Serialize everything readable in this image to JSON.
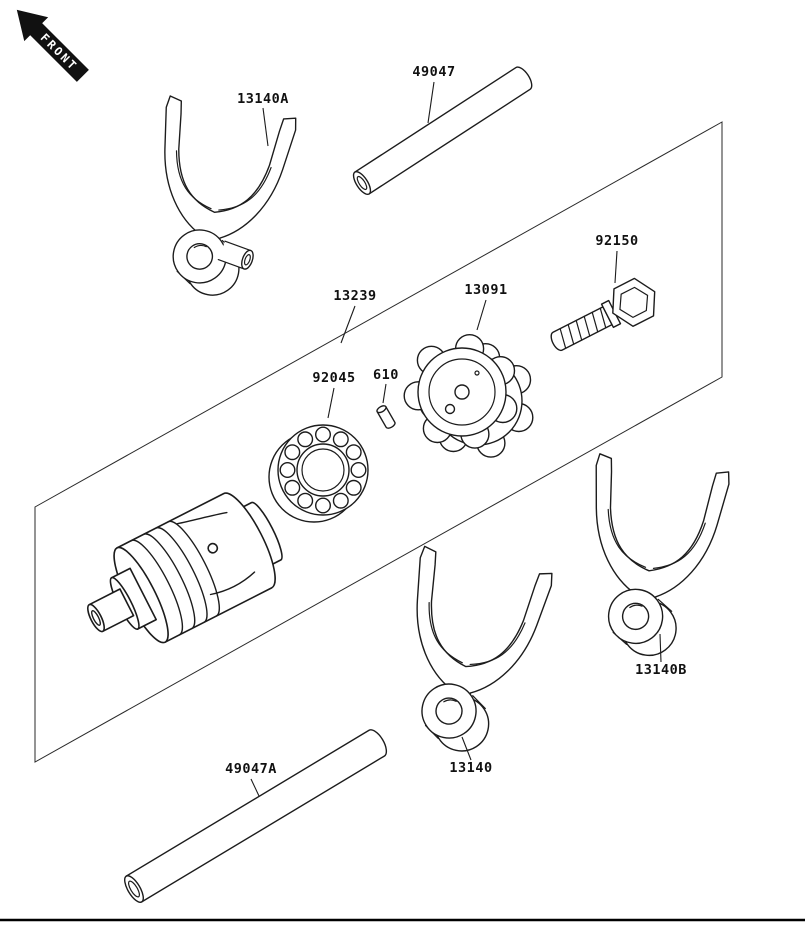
{
  "front_indicator": {
    "label": "FRONT"
  },
  "parts": {
    "p13140A": {
      "label": "13140A"
    },
    "p49047": {
      "label": "49047"
    },
    "p92150": {
      "label": "92150"
    },
    "p13091": {
      "label": "13091"
    },
    "p13239": {
      "label": "13239"
    },
    "p92045": {
      "label": "92045"
    },
    "p610": {
      "label": "610"
    },
    "p13140B": {
      "label": "13140B"
    },
    "p13140": {
      "label": "13140"
    },
    "p49047A": {
      "label": "49047A"
    }
  }
}
